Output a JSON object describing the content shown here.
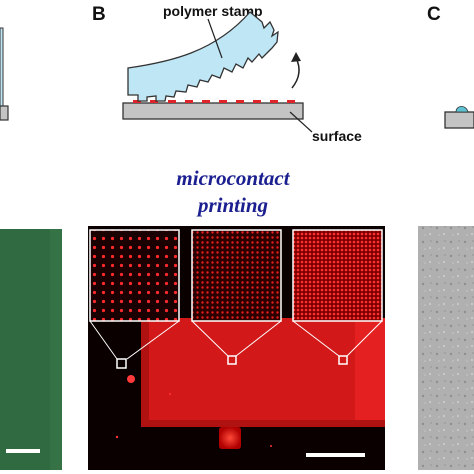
{
  "panels": {
    "b_letter": "B",
    "c_letter": "C"
  },
  "diagram": {
    "stamp_label": "polymer stamp",
    "surface_label": "surface"
  },
  "method": {
    "line1": "microcontact",
    "line2": "printing"
  },
  "colors": {
    "stamp_fill": "#bfe6f5",
    "stamp_stroke": "#333333",
    "ink_red": "#e0252a",
    "substrate_gray": "#c4c4c4",
    "title_blue": "#1b1f8f",
    "green_panel": "#2f6a40",
    "micrograph_red": "#e31b1b",
    "grey_panel": "#b5b5b5"
  },
  "icons": {
    "arrow": "curved-arrow-icon"
  }
}
